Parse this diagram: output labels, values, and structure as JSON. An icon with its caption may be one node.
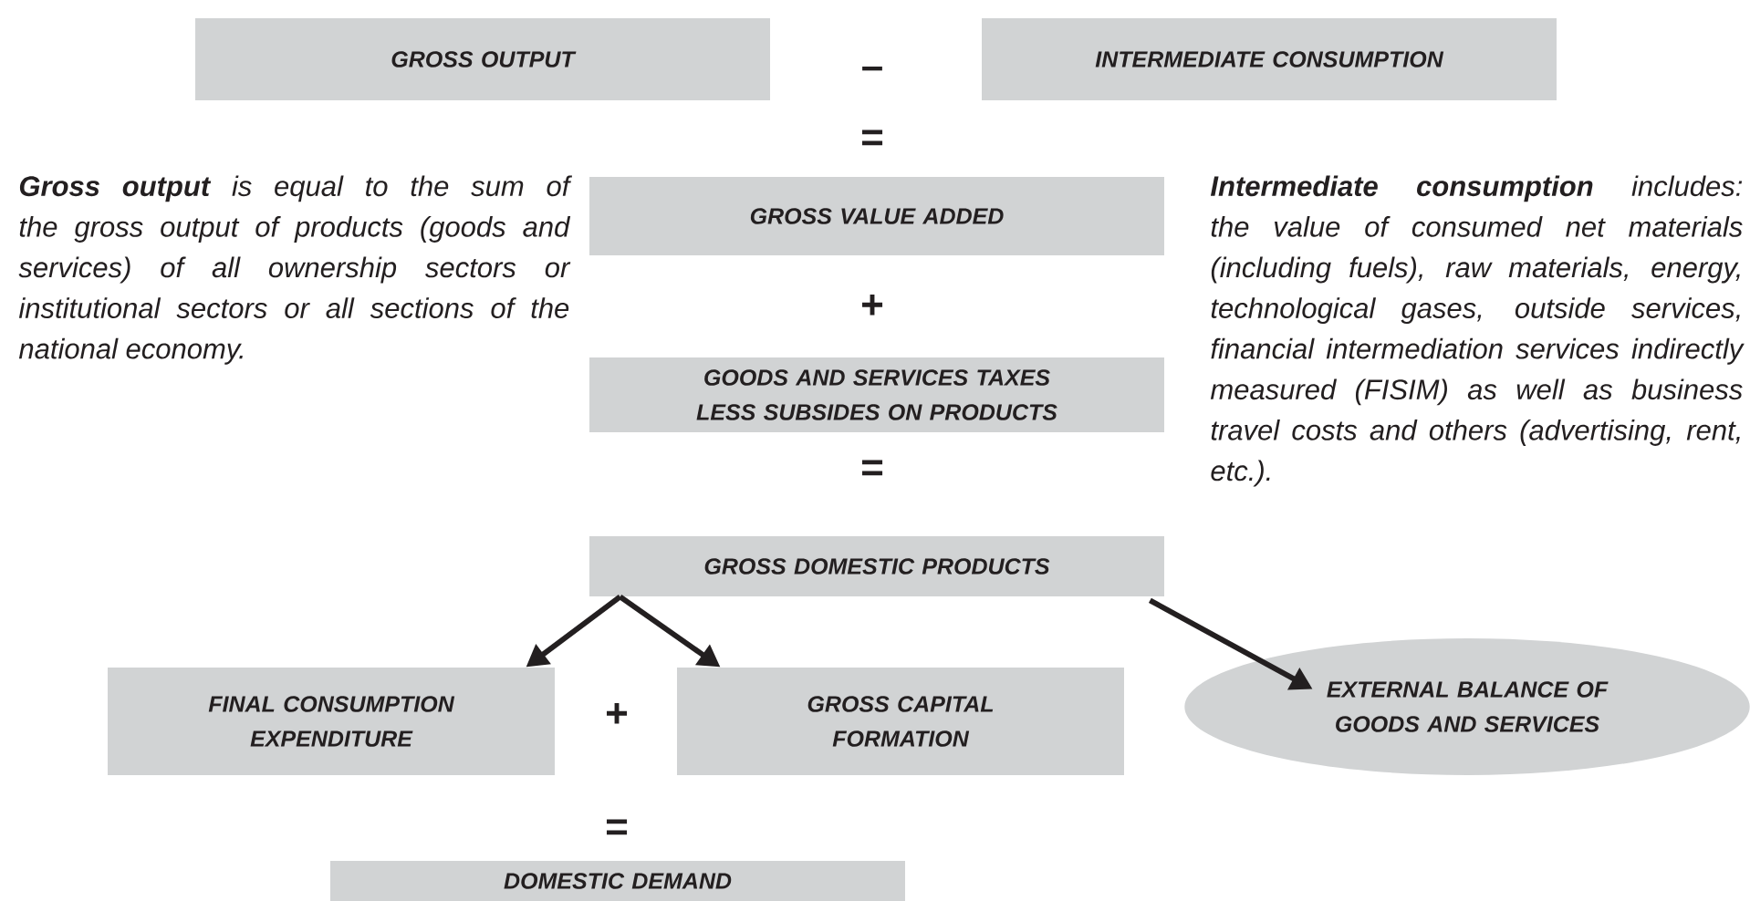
{
  "diagram": {
    "nodes": [
      {
        "text": [
          "GROSS OUTPUT"
        ]
      },
      {
        "text": [
          "INTERMEDIATE CONSUMPTION"
        ]
      },
      {
        "text": [
          "GROSS VALUE ADDED"
        ]
      },
      {
        "text": [
          "GOODS AND SERVICES TAXES LESS SUBSIDES ON PRODUCTS"
        ]
      },
      {
        "text": [
          "GROSS DOMESTIC PRODUCTS"
        ]
      },
      {
        "text": [
          "FINAL CONSUMPTION EXPENDITURE"
        ]
      },
      {
        "text": [
          "GROSS CAPITAL FORMATION"
        ]
      },
      {
        "text": [
          "EXTERNAL BALANCE OF GOODS AND SERVICES"
        ]
      },
      {
        "text": [
          "DOMESTIC DEMAND"
        ]
      }
    ],
    "edges": [
      {
        "from": 4,
        "to": 5,
        "arrow": "to"
      },
      {
        "from": 4,
        "to": 6,
        "arrow": "to"
      },
      {
        "from": 4,
        "to": 7,
        "arrow": "to"
      }
    ],
    "labels": [
      "–",
      "=",
      "**Gross output** is equal to the sum of the gross output of products (goods and services) of all ownership sectors or institutional sectors or all sections of the national economy.",
      "**Intermediate consumption** includes: the value of consumed net materials (including fuels), raw materials, energy, technological gases, outside services, financial intermediation services indirectly measured (FISIM) as well as business travel costs and others (advertising, rent, etc.).",
      "+",
      "=",
      "+",
      "="
    ]
  }
}
